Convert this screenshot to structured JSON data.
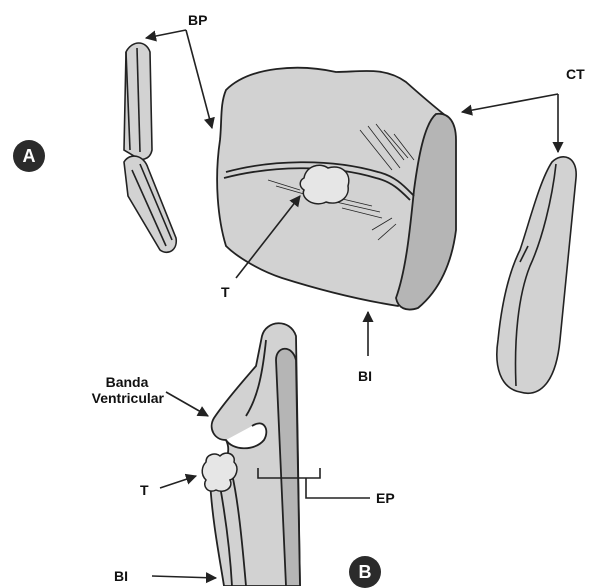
{
  "labels": {
    "bp": "BP",
    "ct": "CT",
    "t_top": "T",
    "bi_top": "BI",
    "banda_line1": "Banda",
    "banda_line2": "Ventricular",
    "t_bottom": "T",
    "ep": "EP",
    "bi_bottom": "BI"
  },
  "panels": {
    "a": "A",
    "b": "B"
  },
  "colors": {
    "tissue_fill": "#d2d2d2",
    "tissue_dark": "#b5b5b5",
    "stroke": "#222222",
    "badge": "#2b2b2b"
  }
}
